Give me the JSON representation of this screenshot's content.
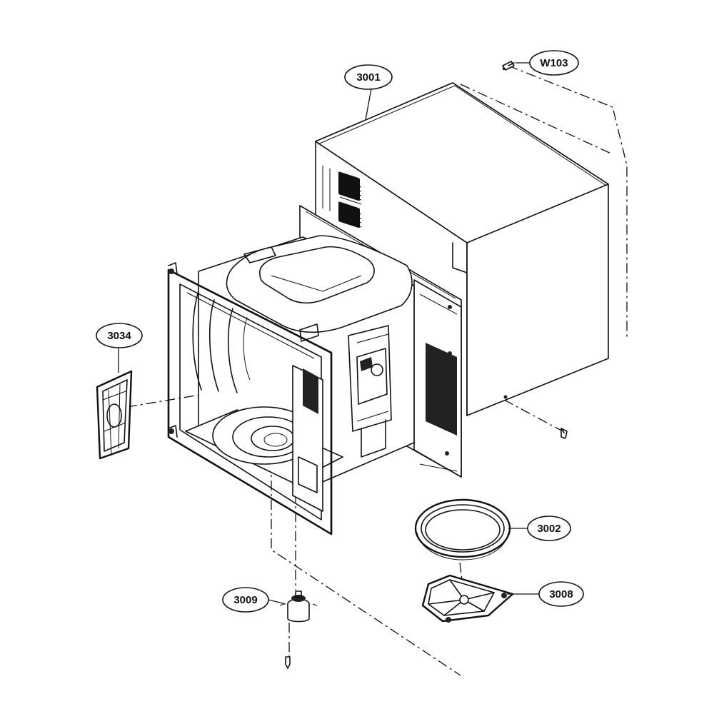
{
  "callouts": [
    {
      "id": "3001",
      "label": "3001"
    },
    {
      "id": "W103",
      "label": "W103"
    },
    {
      "id": "3034",
      "label": "3034"
    },
    {
      "id": "3002",
      "label": "3002"
    },
    {
      "id": "3009",
      "label": "3009"
    },
    {
      "id": "3008",
      "label": "3008"
    }
  ],
  "parts": [
    {
      "id": "cabinet",
      "callout": "3001"
    },
    {
      "id": "cabinet-screw-top",
      "callout": "W103"
    },
    {
      "id": "cabinet-screw-bottom"
    },
    {
      "id": "waveguide-cover",
      "callout": "3034"
    },
    {
      "id": "glass-tray",
      "callout": "3002"
    },
    {
      "id": "roller-guide",
      "callout": "3008"
    },
    {
      "id": "turntable-motor",
      "callout": "3009"
    },
    {
      "id": "motor-screw"
    },
    {
      "id": "oven-cavity"
    }
  ]
}
